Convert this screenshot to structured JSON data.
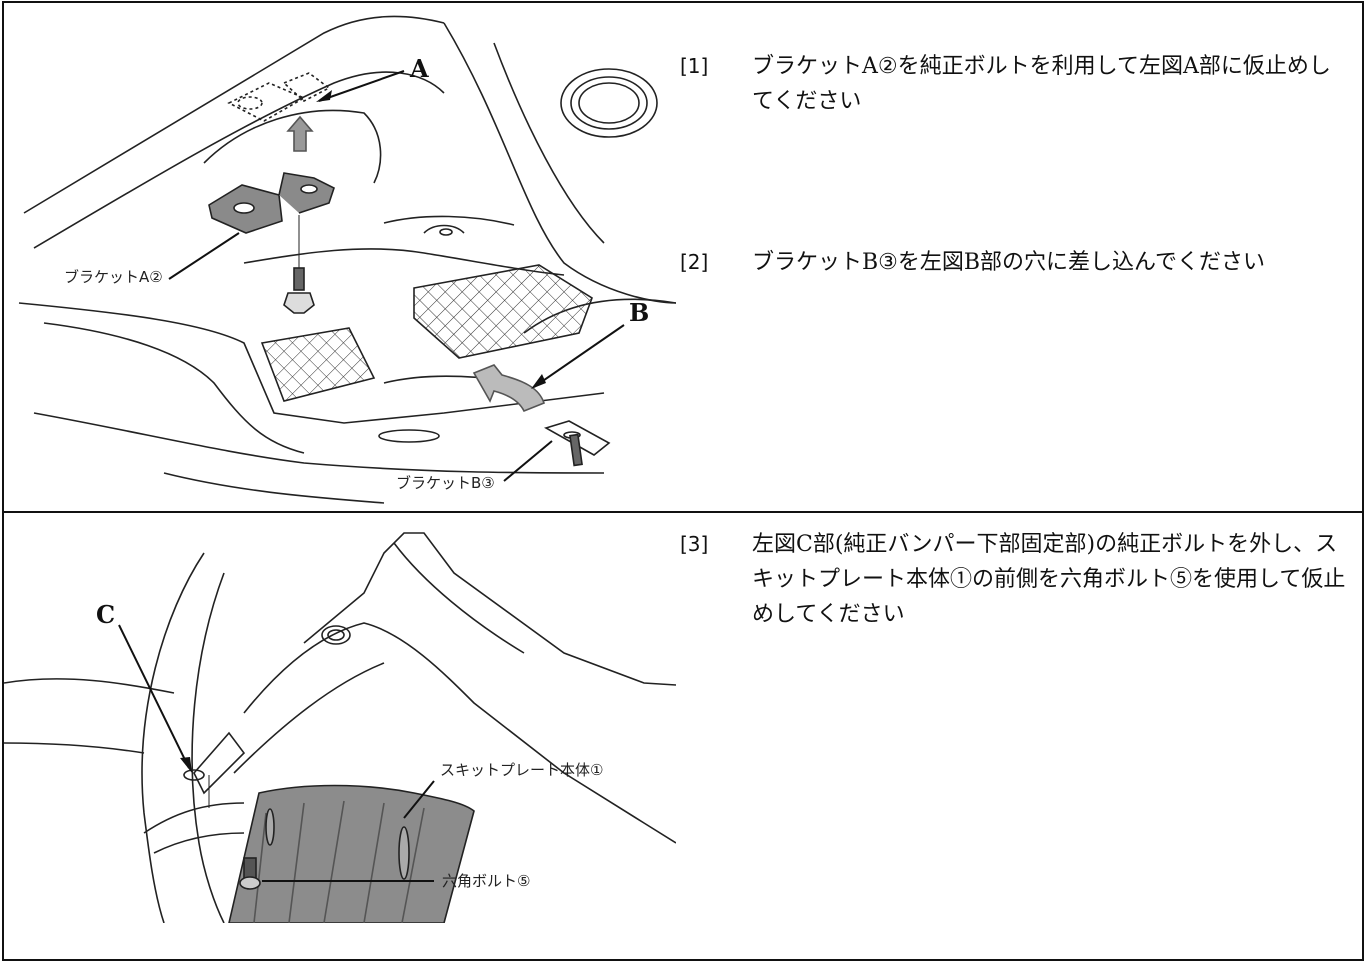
{
  "steps": [
    {
      "num": "[1]",
      "text": "ブラケットA②を純正ボルトを利用して左図A部に仮止めしてください"
    },
    {
      "num": "[2]",
      "text": "ブラケットB③を左図B部の穴に差し込んでください"
    },
    {
      "num": "[3]",
      "text": "左図C部(純正バンパー下部固定部)の純正ボルトを外し、スキットプレート本体①の前側を六角ボルト⑤を使用して仮止めしてください"
    }
  ],
  "figure1": {
    "callout_a": "A",
    "callout_b": "B",
    "label_bracket_a": "ブラケットA②",
    "label_bracket_b": "ブラケットB③"
  },
  "figure2": {
    "callout_c": "C",
    "label_skid_plate": "スキットプレート本体①",
    "label_hex_bolt": "六角ボルト⑤"
  }
}
